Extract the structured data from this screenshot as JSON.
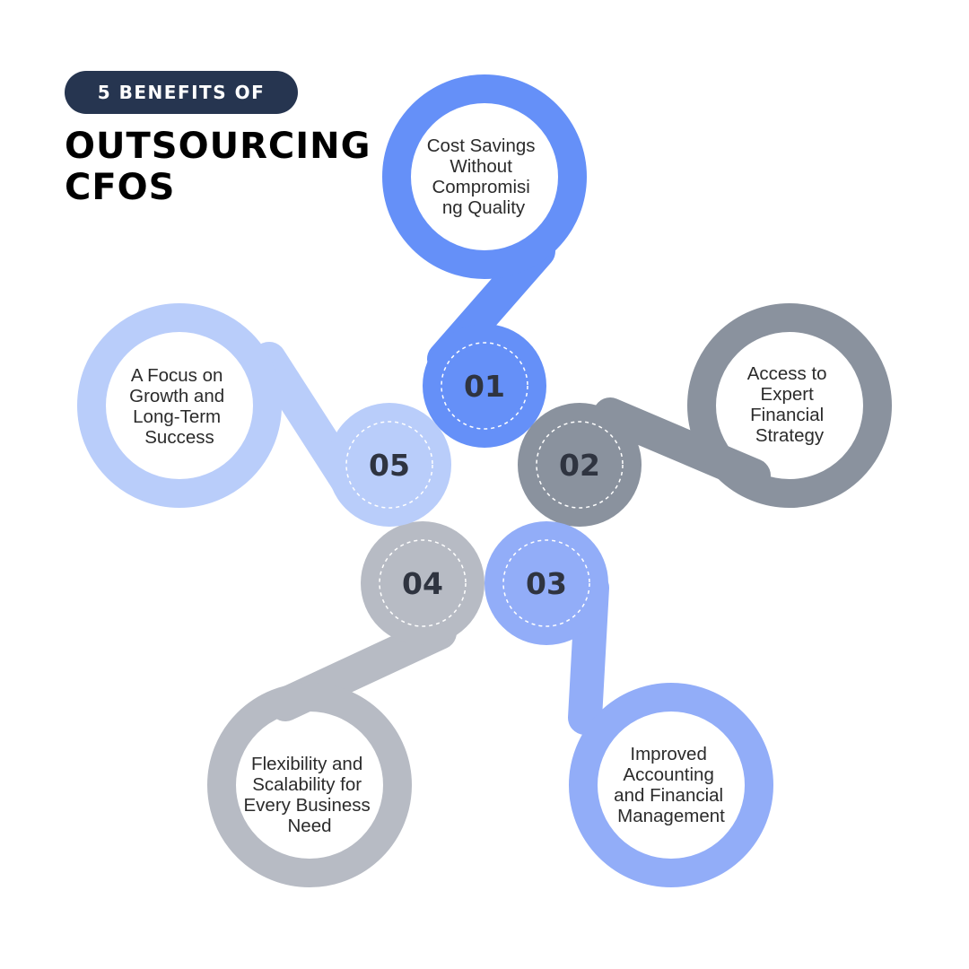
{
  "header": {
    "badge": "5 BENEFITS OF",
    "title_line1": "OUTSOURCING",
    "title_line2": "CFOS"
  },
  "colors": {
    "badge_bg": "#263550",
    "benefit_01": "#6590F8",
    "benefit_02": "#8A929E",
    "benefit_03": "#92ADF8",
    "benefit_04": "#B7BBC4",
    "benefit_05": "#B9CDFA"
  },
  "benefits": [
    {
      "number": "01",
      "lines": [
        "Cost Savings",
        "Without",
        "Compromisi",
        "ng Quality"
      ]
    },
    {
      "number": "02",
      "lines": [
        "Access to",
        "Expert",
        "Financial",
        "Strategy"
      ]
    },
    {
      "number": "03",
      "lines": [
        "Improved",
        "Accounting",
        "and Financial",
        "Management"
      ]
    },
    {
      "number": "04",
      "lines": [
        "Flexibility and",
        "Scalability for",
        "Every Business",
        "Need"
      ]
    },
    {
      "number": "05",
      "lines": [
        "A Focus on",
        "Growth and",
        "Long-Term",
        "Success"
      ]
    }
  ]
}
